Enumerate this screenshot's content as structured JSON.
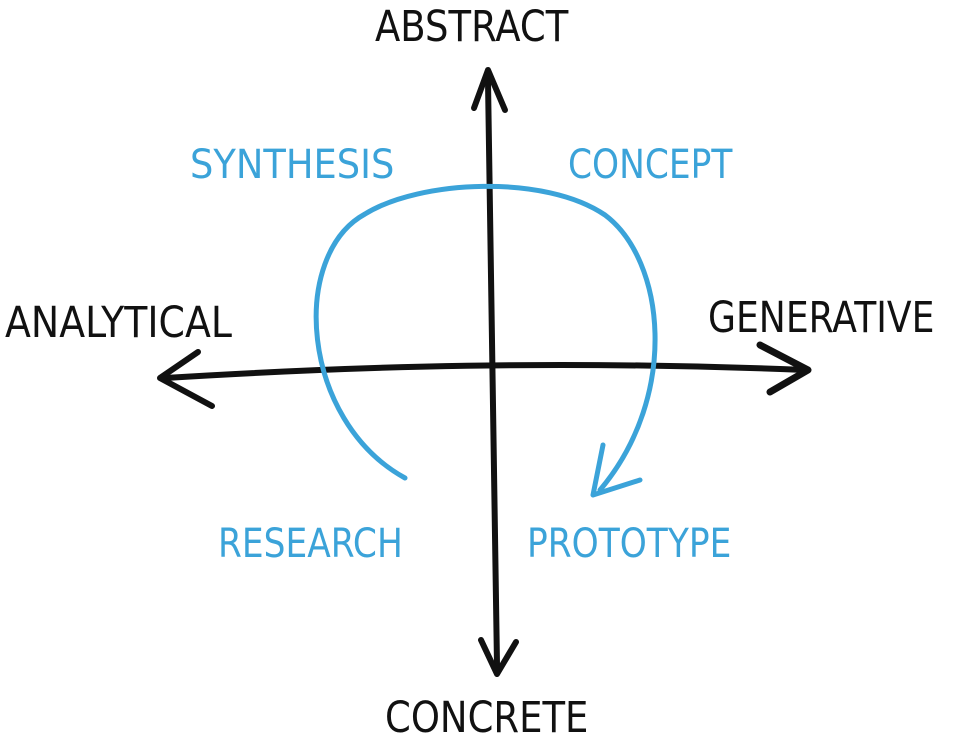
{
  "axes": {
    "top": "ABSTRACT",
    "bottom": "CONCRETE",
    "left": "ANALYTICAL",
    "right": "GENERATIVE"
  },
  "phases": {
    "top_left": "SYNTHESIS",
    "top_right": "CONCEPT",
    "bottom_left": "RESEARCH",
    "bottom_right": "PROTOTYPE"
  },
  "colors": {
    "axis": "#111111",
    "cycle": "#3ba3d9"
  }
}
